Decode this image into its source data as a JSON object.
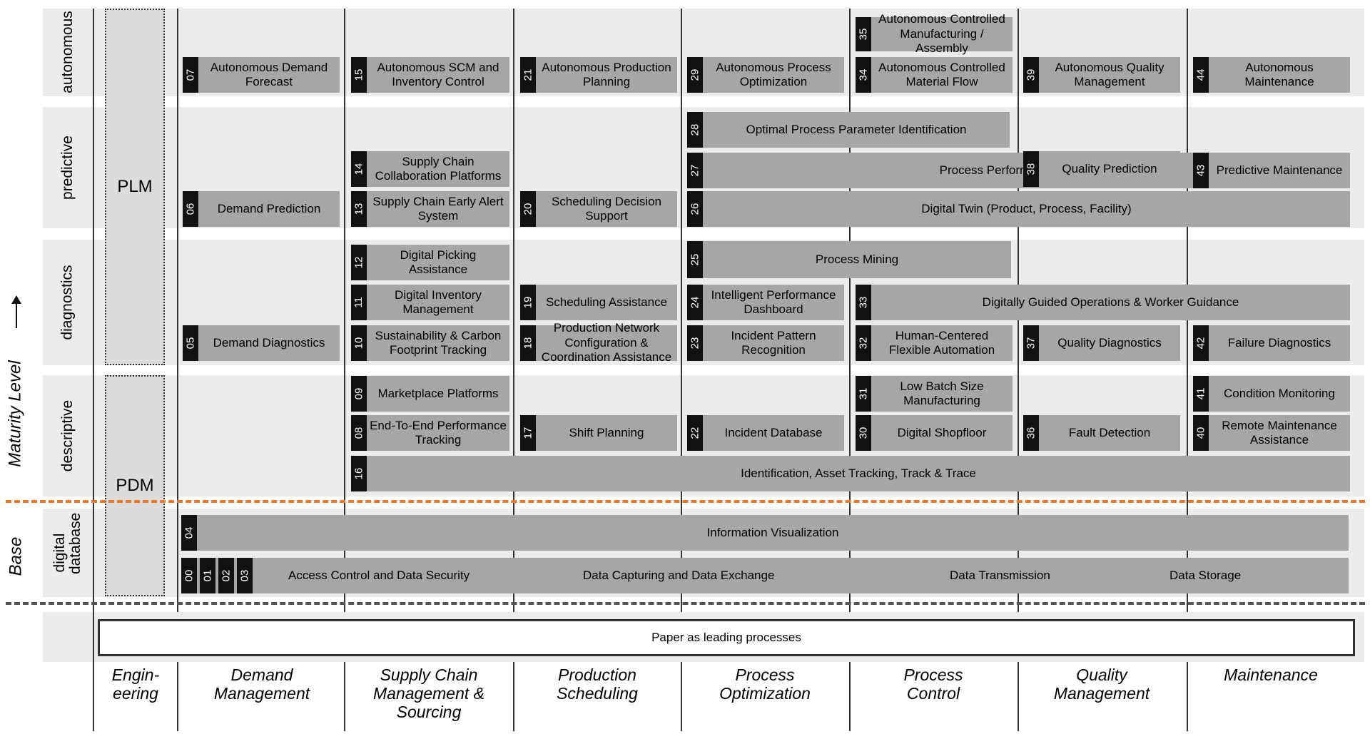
{
  "axis": {
    "maturity_label": "Maturity Level",
    "base_label": "Base"
  },
  "rows": {
    "autonomous": "autonomous",
    "predictive": "predictive",
    "diagnostics": "diagnostics",
    "descriptive": "descriptive",
    "digital_database": "digital database"
  },
  "systems": {
    "plm": "PLM",
    "pdm": "PDM"
  },
  "columns": {
    "engineering": "Engin-\neering",
    "demand": "Demand\nManagement",
    "scm": "Supply Chain\nManagement &\nSourcing",
    "production": "Production\nScheduling",
    "process_opt": "Process\nOptimization",
    "process_ctrl": "Process\nControl",
    "quality": "Quality\nManagement",
    "maintenance": "Maintenance"
  },
  "items": {
    "i07": {
      "num": "07",
      "label": "Autonomous Demand Forecast"
    },
    "i15": {
      "num": "15",
      "label": "Autonomous SCM and Inventory Control"
    },
    "i21": {
      "num": "21",
      "label": "Autonomous Production Planning"
    },
    "i29": {
      "num": "29",
      "label": "Autonomous Process Optimization"
    },
    "i35": {
      "num": "35",
      "label": "Autonomous Controlled Manufacturing / Assembly"
    },
    "i34": {
      "num": "34",
      "label": "Autonomous Controlled Material Flow"
    },
    "i39": {
      "num": "39",
      "label": "Autonomous Quality Management"
    },
    "i44": {
      "num": "44",
      "label": "Autonomous Maintenance"
    },
    "i28": {
      "num": "28",
      "label": "Optimal Process Parameter Identification"
    },
    "i14": {
      "num": "14",
      "label": "Supply Chain Collaboration Platforms"
    },
    "i27": {
      "num": "27",
      "label": "Process Performance Prediction"
    },
    "i38": {
      "num": "38",
      "label": "Quality Prediction"
    },
    "i43": {
      "num": "43",
      "label": "Predictive Maintenance"
    },
    "i06": {
      "num": "06",
      "label": "Demand Prediction"
    },
    "i13": {
      "num": "13",
      "label": "Supply Chain Early Alert System"
    },
    "i20": {
      "num": "20",
      "label": "Scheduling Decision Support"
    },
    "i26": {
      "num": "26",
      "label": "Digital Twin (Product, Process, Facility)"
    },
    "i12": {
      "num": "12",
      "label": "Digital Picking Assistance"
    },
    "i25": {
      "num": "25",
      "label": "Process Mining"
    },
    "i11": {
      "num": "11",
      "label": "Digital Inventory Management"
    },
    "i19": {
      "num": "19",
      "label": "Scheduling Assistance"
    },
    "i24": {
      "num": "24",
      "label": "Intelligent Performance Dashboard"
    },
    "i33": {
      "num": "33",
      "label": "Digitally Guided Operations & Worker Guidance"
    },
    "i05": {
      "num": "05",
      "label": "Demand Diagnostics"
    },
    "i10": {
      "num": "10",
      "label": "Sustainability & Carbon Footprint Tracking"
    },
    "i18": {
      "num": "18",
      "label": "Production Network Configuration & Coordination Assistance"
    },
    "i23": {
      "num": "23",
      "label": "Incident Pattern Recognition"
    },
    "i32": {
      "num": "32",
      "label": "Human-Centered Flexible Automation"
    },
    "i37": {
      "num": "37",
      "label": "Quality Diagnostics"
    },
    "i42": {
      "num": "42",
      "label": "Failure Diagnostics"
    },
    "i09": {
      "num": "09",
      "label": "Marketplace Platforms"
    },
    "i31": {
      "num": "31",
      "label": "Low Batch Size Manufacturing"
    },
    "i41": {
      "num": "41",
      "label": "Condition Monitoring"
    },
    "i08": {
      "num": "08",
      "label": "End-To-End Performance Tracking"
    },
    "i17": {
      "num": "17",
      "label": "Shift Planning"
    },
    "i22": {
      "num": "22",
      "label": "Incident Database"
    },
    "i30": {
      "num": "30",
      "label": "Digital Shopfloor"
    },
    "i36": {
      "num": "36",
      "label": "Fault Detection"
    },
    "i40": {
      "num": "40",
      "label": "Remote Maintenance Assistance"
    },
    "i16": {
      "num": "16",
      "label": "Identification, Asset Tracking, Track & Trace"
    },
    "i04": {
      "num": "04",
      "label": "Information Visualization"
    }
  },
  "base": {
    "nums": [
      "00",
      "01",
      "02",
      "03"
    ],
    "labels": [
      "Access Control and Data Security",
      "Data Capturing and Data Exchange",
      "Data Transmission",
      "Data Storage"
    ]
  },
  "paper_label": "Paper as leading processes"
}
